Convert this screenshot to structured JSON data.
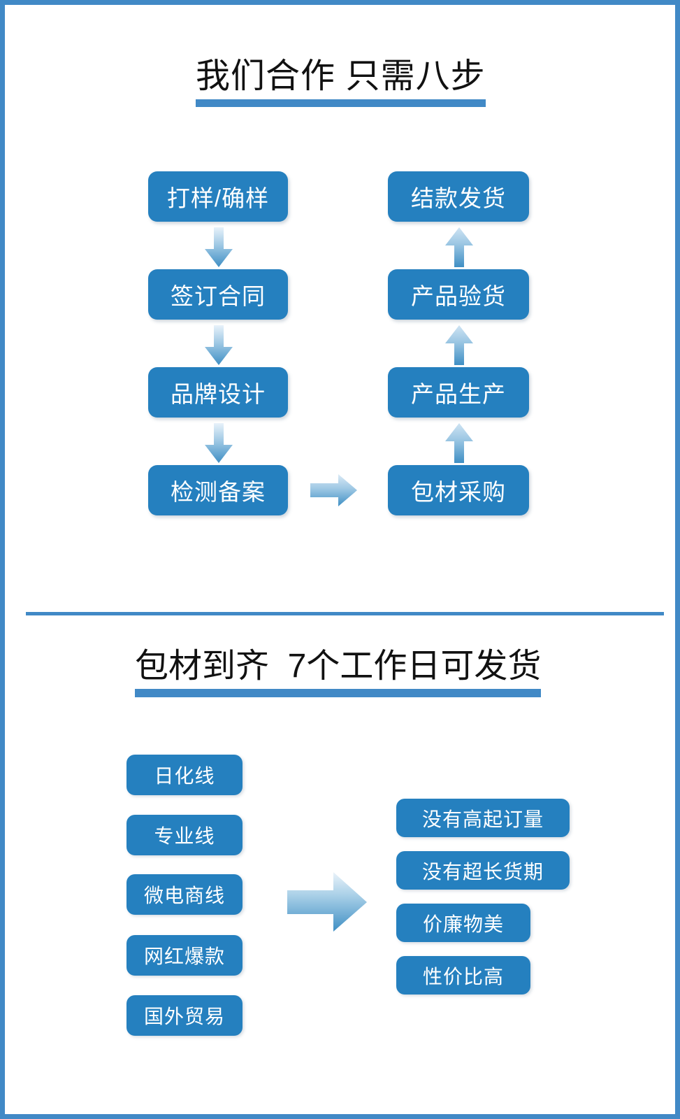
{
  "page": {
    "border_color": "#4189c6",
    "background": "#ffffff",
    "box_color": "#2580bf",
    "text_color": "#ffffff"
  },
  "section1": {
    "title": "我们合作 只需八步",
    "left_column": [
      {
        "label": "打样/确样"
      },
      {
        "label": "签订合同"
      },
      {
        "label": "品牌设计"
      },
      {
        "label": "检测备案"
      }
    ],
    "right_column": [
      {
        "label": "结款发货"
      },
      {
        "label": "产品验货"
      },
      {
        "label": "产品生产"
      },
      {
        "label": "包材采购"
      }
    ],
    "connectors": {
      "down": "arrow-down-icon",
      "up": "arrow-up-icon",
      "right": "arrow-right-icon"
    }
  },
  "section2": {
    "title": "包材到齐  7个工作日可发货",
    "categories": [
      {
        "label": "日化线"
      },
      {
        "label": "专业线"
      },
      {
        "label": "微电商线"
      },
      {
        "label": "网红爆款"
      },
      {
        "label": "国外贸易"
      }
    ],
    "benefits": [
      {
        "label": "没有高起订量"
      },
      {
        "label": "没有超长货期"
      },
      {
        "label": "价廉物美"
      },
      {
        "label": "性价比高"
      }
    ],
    "connector": "arrow-right-large-icon"
  }
}
